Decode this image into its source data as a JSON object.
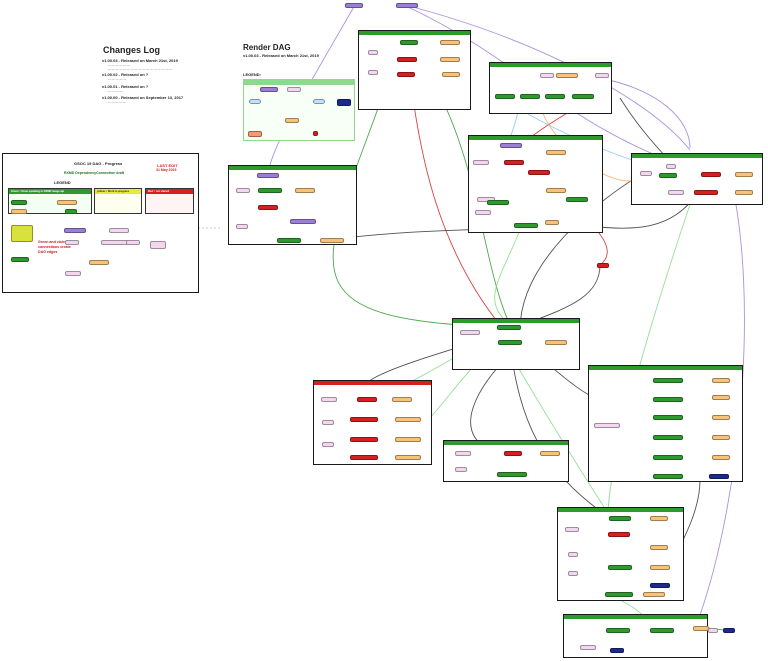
{
  "changes_log": {
    "title": "Changes Log",
    "entries": [
      {
        "version": "v1.00.03 - Released on March 21st, 2019"
      },
      {
        "version": "v1.00.02 - Released on ?"
      },
      {
        "version": "v1.00.01 - Released on ?"
      },
      {
        "version": "v1.00.00 - Released on September 13, 2017"
      }
    ]
  },
  "render_dag": {
    "title": "Render DAG",
    "subtitle": "v1.00.03 - Released on March 21st, 2019",
    "legend_title": "LEGEND:"
  },
  "gsoc": {
    "title": "GSOC 19 DAG - Progress",
    "subtitle": "RXMD DependencyConnection draft",
    "last_edit": "LAST EDIT",
    "last_edit_date": "31 May 2019",
    "legend_title": "LEGEND",
    "green_box": "Green = Done speaking to RXMD image api",
    "yellow_box": "yellow = Work in progress",
    "red_box": "Red = not started",
    "note": "Green and violet connections create DAG edges"
  },
  "colors": {
    "green": "#2e9a2e",
    "red": "#d42020",
    "orange": "#f7c27a",
    "purple": "#9b7ed6",
    "pink": "#f3d6ef",
    "navy": "#1b2a8c",
    "panel_bar": "#2e9a2e",
    "panel_bar_red": "#d42020"
  }
}
